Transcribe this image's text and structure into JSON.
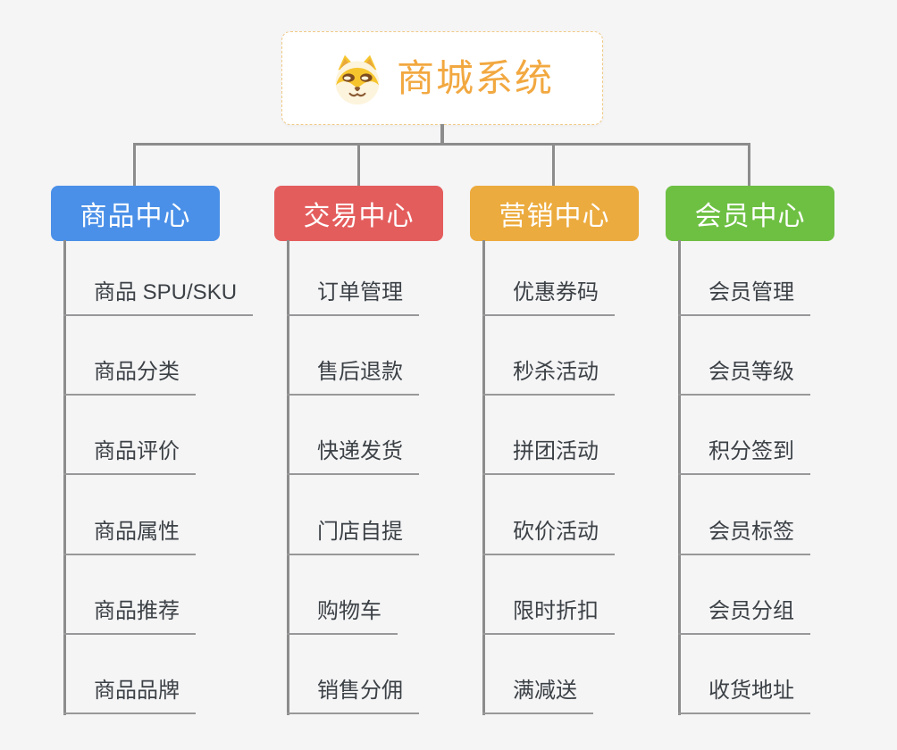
{
  "root": {
    "title": "商城系统",
    "icon": "shiba-dog-icon",
    "title_color": "#f2a840",
    "border_color": "#f0c986"
  },
  "connector_color": "#8c8c8c",
  "branches": [
    {
      "label": "商品中心",
      "color": "#4a90e8",
      "items": [
        "商品 SPU/SKU",
        "商品分类",
        "商品评价",
        "商品属性",
        "商品推荐",
        "商品品牌"
      ]
    },
    {
      "label": "交易中心",
      "color": "#e45d5d",
      "items": [
        "订单管理",
        "售后退款",
        "快递发货",
        "门店自提",
        "购物车",
        "销售分佣"
      ]
    },
    {
      "label": "营销中心",
      "color": "#ecab3e",
      "items": [
        "优惠券码",
        "秒杀活动",
        "拼团活动",
        "砍价活动",
        "限时折扣",
        "满减送"
      ]
    },
    {
      "label": "会员中心",
      "color": "#6ec043",
      "items": [
        "会员管理",
        "会员等级",
        "积分签到",
        "会员标签",
        "会员分组",
        "收货地址"
      ]
    }
  ]
}
